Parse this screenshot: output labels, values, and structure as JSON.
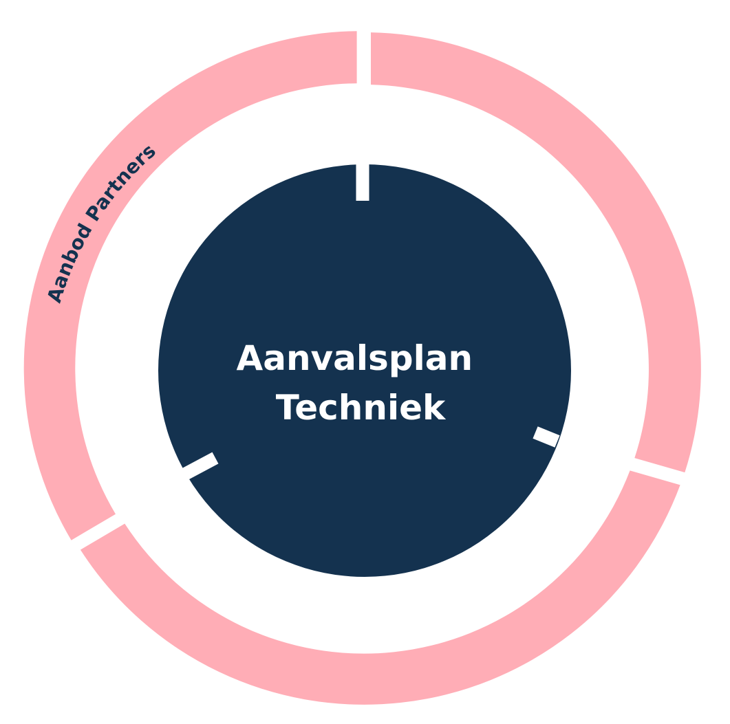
{
  "center": {
    "line1": "Aanvalsplan",
    "line2": "Techniek"
  },
  "outer_ring": {
    "segments": [
      {
        "label": "Aanbod Partners"
      },
      {
        "label": ""
      },
      {
        "label": ""
      }
    ]
  },
  "colors": {
    "navy": "#14324f",
    "pink": "#ffadb6",
    "white": "#ffffff"
  }
}
